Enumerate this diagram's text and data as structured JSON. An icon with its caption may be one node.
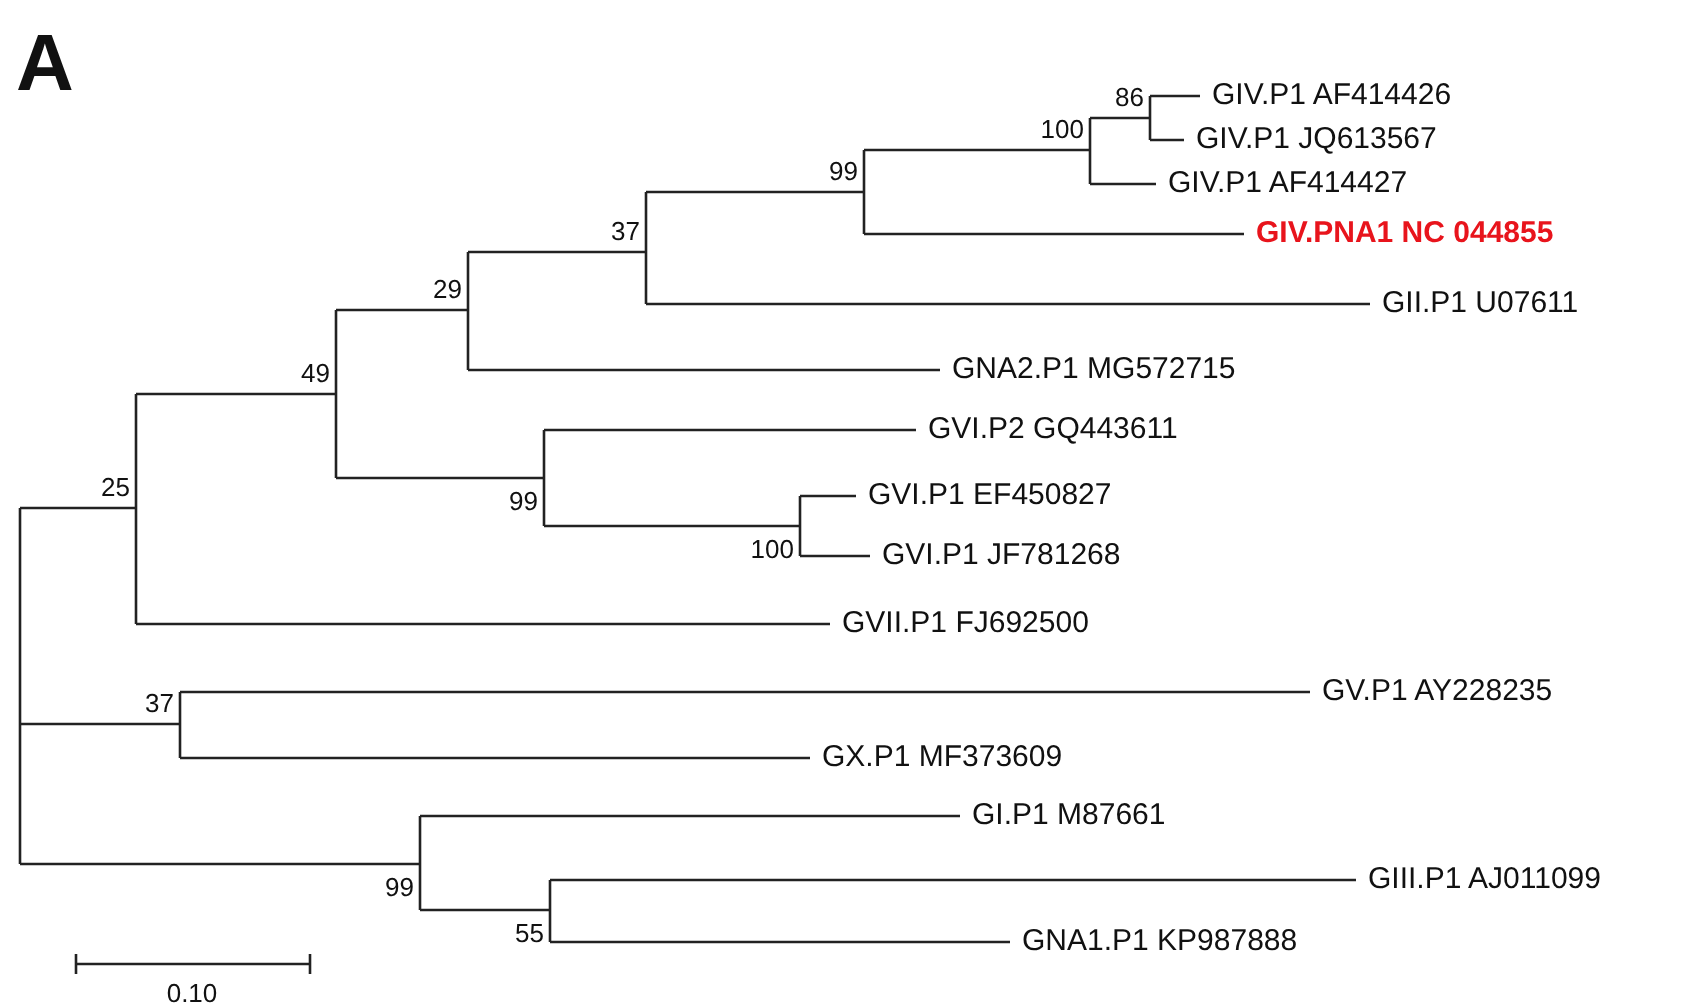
{
  "diagram": {
    "labels": [
      "A",
      "86",
      "GIV.P1 AF414426",
      "100",
      "GIV.P1 JQ613567",
      "99",
      "GIV.P1 AF414427",
      "37",
      "GIV.PNA1 NC 044855",
      "29",
      "GII.P1 U07611",
      "49",
      "GNA2.P1 MG572715",
      "GVI.P2 GQ443611",
      "99",
      "GVI.P1 EF450827",
      "100",
      "GVI.P1 JF781268",
      "25",
      "GVII.P1 FJ692500",
      "37",
      "GV.P1 AY228235",
      "GX.P1 MF373609",
      "GI.P1 M87661",
      "99",
      "GIII.P1 AJ011099",
      "55",
      "GNA1.P1 KP987888",
      "0.10"
    ]
  }
}
